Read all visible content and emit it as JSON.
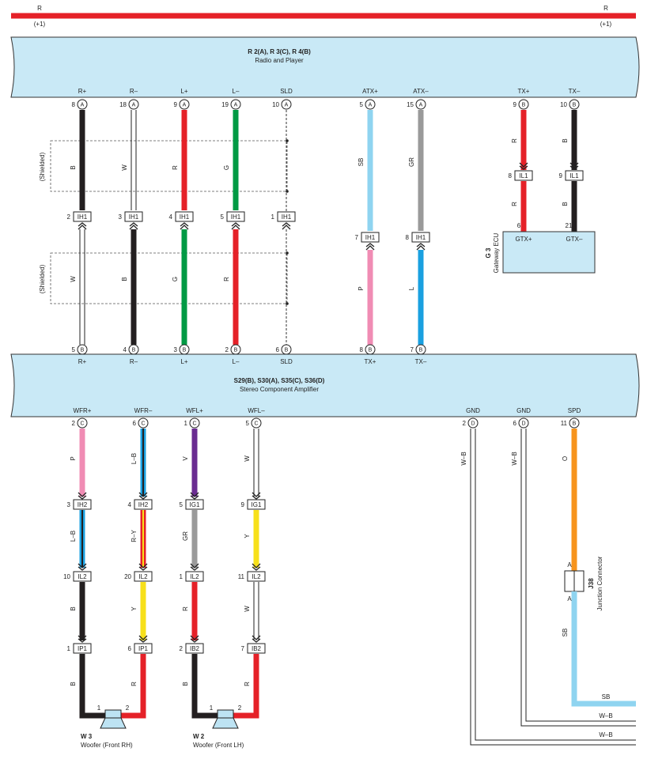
{
  "top_wire": {
    "color_code": "R",
    "note_left": "(+1)",
    "note_right": "(+1)",
    "color": "#e52128"
  },
  "radio": {
    "id": "R 2(A), R 3(C), R 4(B)",
    "name": "Radio and Player",
    "terminals": [
      {
        "label": "R+",
        "pin": "8",
        "letter": "A"
      },
      {
        "label": "R–",
        "pin": "18",
        "letter": "A"
      },
      {
        "label": "L+",
        "pin": "9",
        "letter": "A"
      },
      {
        "label": "L–",
        "pin": "19",
        "letter": "A"
      },
      {
        "label": "SLD",
        "pin": "10",
        "letter": "A"
      },
      {
        "label": "ATX+",
        "pin": "5",
        "letter": "A"
      },
      {
        "label": "ATX–",
        "pin": "15",
        "letter": "A"
      },
      {
        "label": "TX+",
        "pin": "9",
        "letter": "B"
      },
      {
        "label": "TX–",
        "pin": "10",
        "letter": "B"
      }
    ]
  },
  "shield_label": "(Shielded)",
  "upper_wires": [
    {
      "code": "B",
      "color": "#231f20"
    },
    {
      "code": "W",
      "color": "#ffffff"
    },
    {
      "code": "R",
      "color": "#e52128"
    },
    {
      "code": "G",
      "color": "#009a44"
    },
    {
      "code": "SB",
      "color": "#8fd4f0"
    },
    {
      "code": "GR",
      "color": "#9a9a9a"
    },
    {
      "code": "R",
      "color": "#e52128"
    },
    {
      "code": "B",
      "color": "#231f20"
    }
  ],
  "ih1_connectors": [
    {
      "pin": "2",
      "name": "IH1"
    },
    {
      "pin": "3",
      "name": "IH1"
    },
    {
      "pin": "4",
      "name": "IH1"
    },
    {
      "pin": "5",
      "name": "IH1"
    },
    {
      "pin": "1",
      "name": "IH1"
    },
    {
      "pin": "7",
      "name": "IH1"
    },
    {
      "pin": "8",
      "name": "IH1"
    }
  ],
  "il1_connectors": [
    {
      "pin": "8",
      "name": "IL1"
    },
    {
      "pin": "9",
      "name": "IL1"
    }
  ],
  "lower_wires": [
    {
      "code": "W",
      "color": "#ffffff"
    },
    {
      "code": "B",
      "color": "#231f20"
    },
    {
      "code": "G",
      "color": "#009a44"
    },
    {
      "code": "R",
      "color": "#e52128"
    },
    {
      "code": "P",
      "color": "#f08cb4"
    },
    {
      "code": "L",
      "color": "#1aa0e0"
    },
    {
      "code": "R",
      "color": "#e52128"
    }
  ],
  "gateway": {
    "id": "G 3",
    "name": "Gateway ECU",
    "pin_left": "6",
    "pin_right": "21",
    "label_left": "GTX+",
    "label_right": "GTX–"
  },
  "amp": {
    "id": "S29(B), S30(A), S35(C), S36(D)",
    "name": "Stereo Component Amplifier",
    "top_terminals": [
      {
        "label": "R+",
        "pin": "5",
        "letter": "B"
      },
      {
        "label": "R–",
        "pin": "4",
        "letter": "B"
      },
      {
        "label": "L+",
        "pin": "3",
        "letter": "B"
      },
      {
        "label": "L–",
        "pin": "2",
        "letter": "B"
      },
      {
        "label": "SLD",
        "pin": "6",
        "letter": "B"
      },
      {
        "label": "TX+",
        "pin": "8",
        "letter": "B"
      },
      {
        "label": "TX–",
        "pin": "7",
        "letter": "B"
      }
    ],
    "bottom_terminals": [
      {
        "label": "WFR+",
        "pin": "2",
        "letter": "C"
      },
      {
        "label": "WFR–",
        "pin": "6",
        "letter": "C"
      },
      {
        "label": "WFL+",
        "pin": "1",
        "letter": "C"
      },
      {
        "label": "WFL–",
        "pin": "5",
        "letter": "C"
      },
      {
        "label": "GND",
        "pin": "2",
        "letter": "D"
      },
      {
        "label": "GND",
        "pin": "6",
        "letter": "D"
      },
      {
        "label": "SPD",
        "pin": "11",
        "letter": "B"
      }
    ]
  },
  "woofer_wires": {
    "seg1": [
      {
        "code": "P",
        "color": "#f08cb4"
      },
      {
        "code": "L–B",
        "color": "#1aa0e0",
        "stripe": "#231f20"
      },
      {
        "code": "V",
        "color": "#6a2c91"
      },
      {
        "code": "W",
        "color": "#ffffff"
      }
    ],
    "conn1": [
      {
        "pin": "3",
        "name": "IH2"
      },
      {
        "pin": "4",
        "name": "IH2"
      },
      {
        "pin": "5",
        "name": "IG1"
      },
      {
        "pin": "9",
        "name": "IG1"
      }
    ],
    "seg2": [
      {
        "code": "L–B",
        "color": "#1aa0e0",
        "stripe": "#231f20"
      },
      {
        "code": "R–Y",
        "color": "#e52128",
        "stripe": "#f7e01a"
      },
      {
        "code": "GR",
        "color": "#9a9a9a"
      },
      {
        "code": "Y",
        "color": "#f7e01a"
      }
    ],
    "conn2": [
      {
        "pin": "10",
        "name": "IL2"
      },
      {
        "pin": "20",
        "name": "IL2"
      },
      {
        "pin": "1",
        "name": "IL2"
      },
      {
        "pin": "11",
        "name": "IL2"
      }
    ],
    "seg3": [
      {
        "code": "B",
        "color": "#231f20"
      },
      {
        "code": "Y",
        "color": "#f7e01a"
      },
      {
        "code": "R",
        "color": "#e52128"
      },
      {
        "code": "W",
        "color": "#ffffff"
      }
    ],
    "conn3": [
      {
        "pin": "1",
        "name": "IP1"
      },
      {
        "pin": "6",
        "name": "IP1"
      },
      {
        "pin": "2",
        "name": "IB2"
      },
      {
        "pin": "7",
        "name": "IB2"
      }
    ],
    "seg4": [
      {
        "code": "B",
        "color": "#231f20"
      },
      {
        "code": "R",
        "color": "#e52128"
      },
      {
        "code": "B",
        "color": "#231f20"
      },
      {
        "code": "R",
        "color": "#e52128"
      }
    ]
  },
  "woofers": [
    {
      "id": "W 3",
      "name": "Woofer (Front RH)",
      "pin1": "1",
      "pin2": "2"
    },
    {
      "id": "W 2",
      "name": "Woofer (Front LH)",
      "pin1": "1",
      "pin2": "2"
    }
  ],
  "ground_wires": [
    {
      "code": "W–B"
    },
    {
      "code": "W–B"
    }
  ],
  "spd": {
    "wire_top": "O",
    "wire_top_color": "#f7941d",
    "junction_id": "J38",
    "junction_name": "Junction Connector",
    "pin_top": "A",
    "pin_bottom": "A",
    "wire_bottom": "SB",
    "wire_bottom_color": "#8fd4f0",
    "out_label": "SB"
  },
  "ground_out_labels": [
    "W–B",
    "W–B"
  ]
}
